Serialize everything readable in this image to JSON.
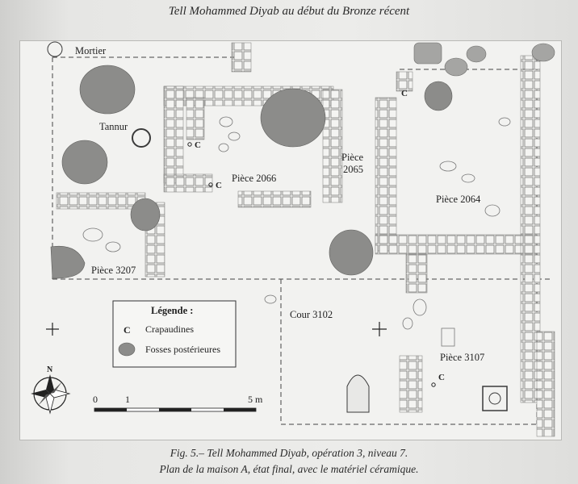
{
  "header": {
    "title": "Tell Mohammed Diyab au début du Bronze récent"
  },
  "plan": {
    "labels": {
      "mortier": "Mortier",
      "tannur": "Tannur",
      "piece_2066": "Pièce 2066",
      "piece_2065_line1": "Pièce",
      "piece_2065_line2": "2065",
      "piece_2064": "Pièce 2064",
      "piece_3207": "Pièce 3207",
      "cour_3102": "Cour 3102",
      "piece_3107": "Pièce 3107",
      "crapaudine_marker": "C"
    },
    "legend": {
      "title": "Légende :",
      "items": [
        {
          "symbol": "C",
          "label": "Crapaudines"
        },
        {
          "symbol": "pit",
          "label": "Fosses postérieures"
        }
      ]
    },
    "north_label": "N",
    "scale": {
      "labels": [
        "0",
        "1",
        "5 m"
      ]
    },
    "colors": {
      "pit": "#8c8c8a",
      "stone": "#a5a5a3",
      "line": "#3a3a3a"
    }
  },
  "caption": {
    "line1": "Fig. 5.– Tell Mohammed Diyab, opération 3, niveau 7.",
    "line2": "Plan de la maison A, état final, avec le matériel céramique."
  }
}
